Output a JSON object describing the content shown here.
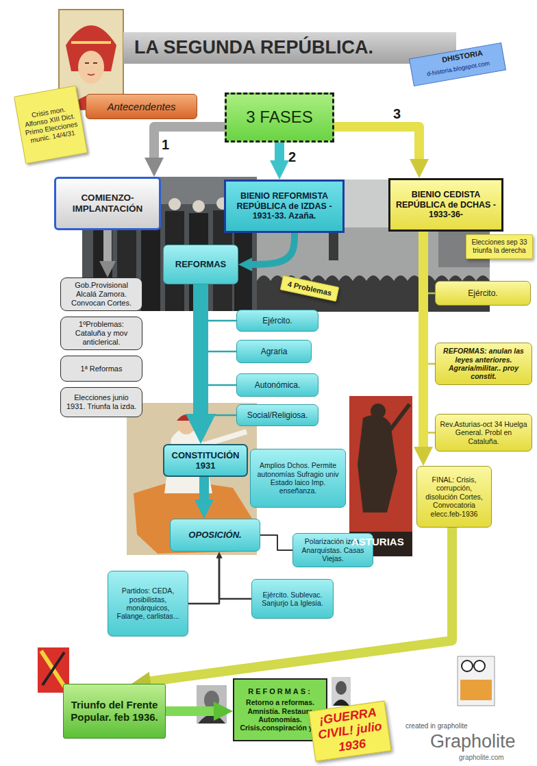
{
  "diagram": {
    "title": "LA SEGUNDA REPÚBLICA.",
    "nodes": [
      {
        "text": [
          "Crisis mon. Alfonso XIII Dict. Primo Elecciones munic. 14/4/31"
        ]
      },
      {
        "text": [
          "Antecendentes"
        ]
      },
      {
        "text": [
          "3 FASES"
        ]
      },
      {
        "text": [
          "COMIENZO- IMPLANTACIÓN"
        ]
      },
      {
        "text": [
          "BIENIO REFORMISTA REPÚBLICA de IZDAS - 1931-33. Azaña."
        ]
      },
      {
        "text": [
          "BIENIO CEDISTA REPÚBLICA de DCHAS - 1933-36-"
        ]
      },
      {
        "text": [
          "Elecciones sep 33 triunfa la derecha"
        ]
      },
      {
        "text": [
          "Gob.Provisional Alcalá Zamora. Convocan Cortes."
        ]
      },
      {
        "text": [
          "1ºProblemas: Cataluña y mov anticlerical."
        ]
      },
      {
        "text": [
          "1ª Reformas"
        ]
      },
      {
        "text": [
          "Elecciones junio 1931. Triunfa la izda."
        ]
      },
      {
        "text": [
          "REFORMAS"
        ]
      },
      {
        "text": [
          "4 Problemas"
        ]
      },
      {
        "text": [
          "Ejército."
        ]
      },
      {
        "text": [
          "Agraria"
        ]
      },
      {
        "text": [
          "Autonómica."
        ]
      },
      {
        "text": [
          "Social/Religiosa."
        ]
      },
      {
        "text": [
          "Ejército."
        ]
      },
      {
        "text": [
          "REFORMAS: anulan las leyes anteriores. Agraria/militar.. proy constit."
        ]
      },
      {
        "text": [
          "Rev.Asturias-oct 34 Huelga General. Probl en Cataluña."
        ]
      },
      {
        "text": [
          "CONSTITUCIÓN 1931"
        ]
      },
      {
        "text": [
          "Amplios Dchos. Permite autonomías Sufragio univ Estado laico Imp. enseñanza."
        ]
      },
      {
        "text": [
          "OPOSICIÓN."
        ]
      },
      {
        "text": [
          "Polarización izda. Anarquistas. Casas Viejas."
        ]
      },
      {
        "text": [
          "FINAL: Crisis, corrupción, disolución Cortes, Convocatoria elecc.feb-1936"
        ]
      },
      {
        "text": [
          "Partidos: CEDA, posibilistas, monárquicos, Falange, carlistas..."
        ]
      },
      {
        "text": [
          "Ejército. Sublevac. Sanjurjo La Iglesia."
        ]
      },
      {
        "text": [
          "Triunfo del Frente Popular. feb 1936."
        ]
      },
      {
        "text": [
          "REFORMAS:",
          "Retorno a reformas. Amnistía. Restaura Autonomías. Crisis,conspiración y...."
        ]
      },
      {
        "text": [
          "¡GUERRA CIVIL! julio 1936"
        ]
      }
    ],
    "edges": [
      {
        "from": 2,
        "to": 3,
        "arrow": "to",
        "label": "1"
      },
      {
        "from": 2,
        "to": 4,
        "arrow": "to",
        "label": "2"
      },
      {
        "from": 2,
        "to": 5,
        "arrow": "to",
        "label": "3"
      },
      {
        "from": 3,
        "to": 7,
        "arrow": "to"
      },
      {
        "from": 4,
        "to": 11,
        "arrow": "to"
      },
      {
        "from": 11,
        "to": 13,
        "arrow": "none"
      },
      {
        "from": 11,
        "to": 14,
        "arrow": "none"
      },
      {
        "from": 11,
        "to": 15,
        "arrow": "none"
      },
      {
        "from": 11,
        "to": 16,
        "arrow": "none"
      },
      {
        "from": 11,
        "to": 20,
        "arrow": "to"
      },
      {
        "from": 20,
        "to": 22,
        "arrow": "to"
      },
      {
        "from": 22,
        "to": 23,
        "arrow": "none"
      },
      {
        "from": 25,
        "to": 22,
        "arrow": "to"
      },
      {
        "from": 26,
        "to": 22,
        "arrow": "to"
      },
      {
        "from": 5,
        "to": 17,
        "arrow": "none"
      },
      {
        "from": 5,
        "to": 18,
        "arrow": "none"
      },
      {
        "from": 5,
        "to": 19,
        "arrow": "none"
      },
      {
        "from": 5,
        "to": 24,
        "arrow": "to"
      },
      {
        "from": 24,
        "to": 27,
        "arrow": "to"
      },
      {
        "from": 27,
        "to": 28,
        "arrow": "to"
      }
    ],
    "labels": [
      "DHISTORIA",
      "d-historia.blogspot.com",
      "ASTURIAS",
      "created in grapholite",
      "Grapholite",
      "grapholite.com"
    ]
  }
}
